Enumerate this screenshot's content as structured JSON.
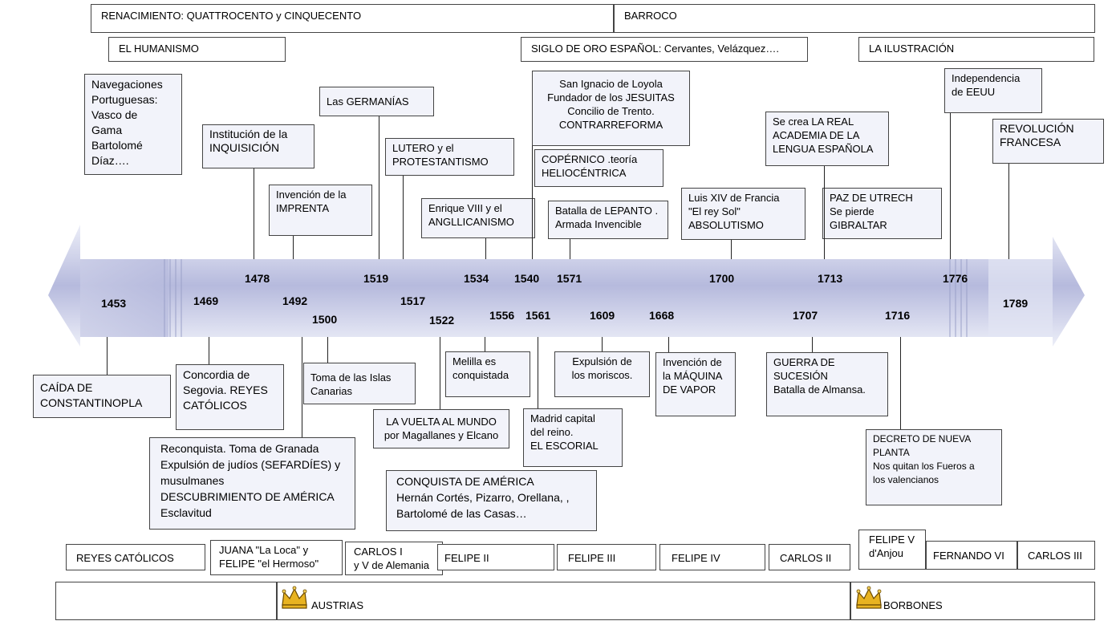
{
  "top_bands": {
    "renacimiento": "RENACIMIENTO: QUATTROCENTO y CINQUECENTO",
    "barroco": "BARROCO",
    "humanismo": "EL HUMANISMO",
    "siglo_oro": "SIGLO DE ORO ESPAÑOL: Cervantes, Velázquez….",
    "ilustracion": "LA ILUSTRACIÓN"
  },
  "events_above": {
    "navegaciones": "Navegaciones\nPortuguesas:\nVasco de\nGama\nBartolomé\nDíaz….",
    "inquisicion": "Institución de la\nINQUISICIÓN",
    "imprenta": "Invención de la\nIMPRENTA",
    "germanias": "Las GERMANÍAS",
    "lutero": "LUTERO y el\nPROTESTANTISMO",
    "enrique": "Enrique VIII y el\nANGLLICANISMO",
    "loyola": "San Ignacio de Loyola\nFundador de  los JESUITAS\nConcilio de Trento.\nCONTRARREFORMA",
    "copernico": "COPÉRNICO .teoría\nHELIOCÉNTRICA",
    "lepanto": "Batalla de LEPANTO .\nArmada Invencible",
    "luis": "Luis XIV de Francia\n\"El rey Sol\"\nABSOLUTISMO",
    "academia": "Se crea LA REAL\nACADEMIA DE LA\nLENGUA ESPAÑOLA",
    "utrech": "PAZ DE UTRECH\nSe pierde\nGIBRALTAR",
    "eeuu": "Independencia\nde EEUU",
    "revolucion": "REVOLUCIÓN\nFRANCESA"
  },
  "events_below": {
    "constantinopla": "CAÍDA DE\nCONSTANTINOPLA",
    "concordia": "Concordia de\nSegovia. REYES\nCATÓLICOS",
    "canarias": "Toma de las Islas\nCanarias",
    "reconquista": "Reconquista. Toma de Granada\nExpulsión de judíos (SEFARDÍES) y\nmusulmanes\nDESCUBRIMIENTO DE AMÉRICA\nEsclavitud",
    "melilla": "Melilla es\nconquistada",
    "vuelta": "LA VUELTA AL MUNDO\npor Magallanes y Elcano",
    "moriscos": "Expulsión de\nlos moriscos.",
    "madrid": "Madrid capital\ndel reino.\nEL ESCORIAL",
    "conquista": "CONQUISTA DE AMÉRICA\nHernán Cortés, Pizarro, Orellana, ,\nBartolomé de las Casas…",
    "vapor": "Invención de\nla MÁQUINA\nDE VAPOR",
    "sucesion": "GUERRA DE\nSUCESIÓN\n Batalla de Almansa.",
    "nueva_planta": "DECRETO DE NUEVA\nPLANTA\nNos quitan los Fueros a\nlos valencianos"
  },
  "years": {
    "y1453": "1453",
    "y1469": "1469",
    "y1478": "1478",
    "y1492": "1492",
    "y1500": "1500",
    "y1517": "1517",
    "y1519": "1519",
    "y1522": "1522",
    "y1534": "1534",
    "y1540": "1540",
    "y1556": "1556",
    "y1561": "1561",
    "y1571": "1571",
    "y1609": "1609",
    "y1668": "1668",
    "y1700": "1700",
    "y1707": "1707",
    "y1713": "1713",
    "y1716": "1716",
    "y1776": "1776",
    "y1789": "1789"
  },
  "monarchs": {
    "reyes": "REYES CATÓLICOS",
    "juana": "JUANA \"La Loca\" y\nFELIPE \"el Hermoso\"",
    "carlos1": "CARLOS I\n y V de Alemania",
    "felipe2": "FELIPE II",
    "felipe3": "FELIPE III",
    "felipe4": "FELIPE IV",
    "carlos2": "CARLOS II",
    "felipe5": "FELIPE V\nd'Anjou",
    "fernando6": "FERNANDO VI",
    "carlos3": "CARLOS III"
  },
  "dynasties": {
    "austrias": "AUSTRIAS",
    "borbones": "BORBONES"
  },
  "colors": {
    "box_fill": "#f2f3fa",
    "border": "#444444",
    "arrow_light": "#e9eaf6",
    "arrow_dark": "#b3b7dc",
    "crown": "#e8b321"
  }
}
